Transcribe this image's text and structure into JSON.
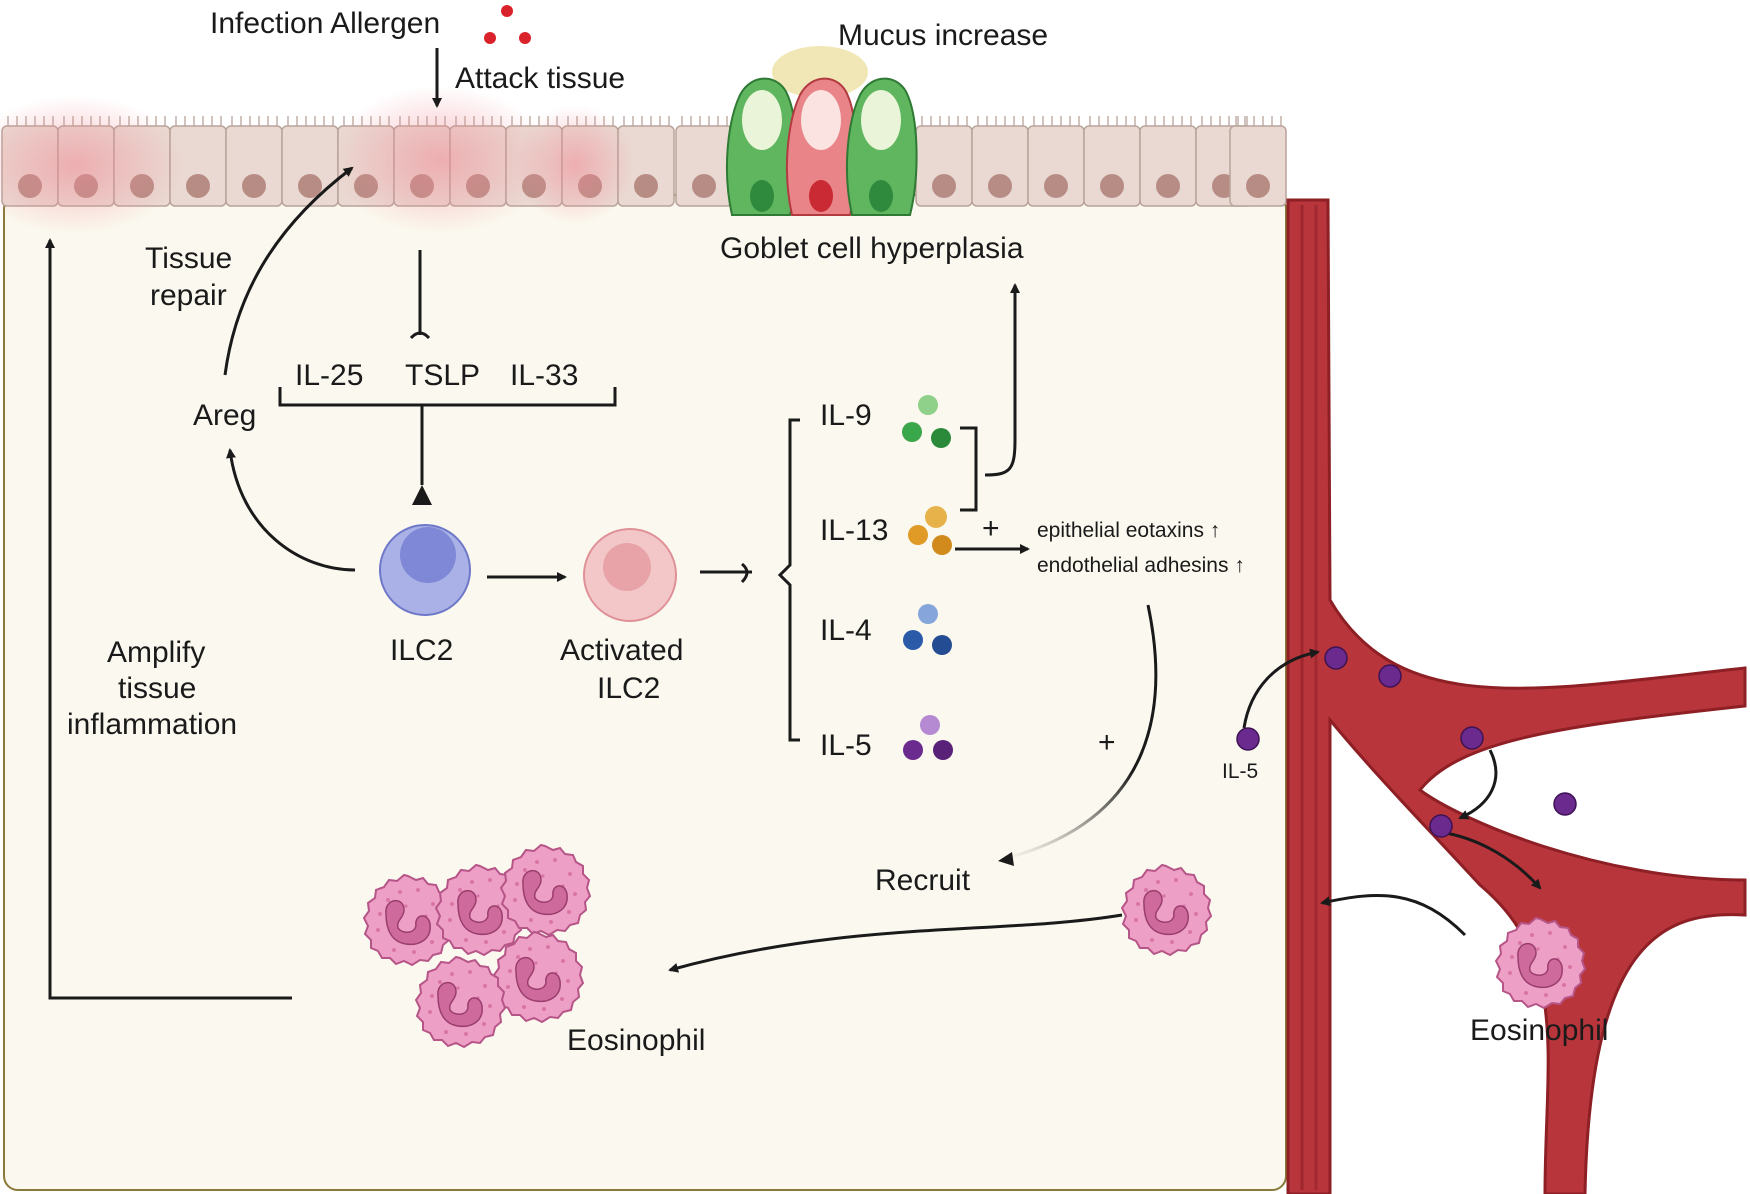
{
  "colors": {
    "tissue_bg": "#fbf9ef",
    "tissue_border": "#8a7a3a",
    "epithelium": "#ead9d2",
    "epithelium_inflamed": "#f2b8be",
    "vessel": "#b8353c",
    "vessel_dark": "#8d1f25",
    "ilc2": "#8c96dc",
    "activated_ilc2": "#f3b9bd",
    "eosinophil": "#ee9fc6",
    "eosinophil_nucleus": "#cf6a9c",
    "allergen": "#d9222a",
    "il9": "#3aa84a",
    "il13": "#e09a26",
    "il4": "#2a5aa8",
    "il5": "#6a2a8e"
  },
  "labels": {
    "infection_allergen": "Infection Allergen",
    "attack_tissue": "Attack tissue",
    "mucus_increase": "Mucus increase",
    "goblet_hyperplasia": "Goblet cell hyperplasia",
    "tissue_repair_1": "Tissue",
    "tissue_repair_2": "repair",
    "il25": "IL-25",
    "tslp": "TSLP",
    "il33": "IL-33",
    "areg": "Areg",
    "ilc2": "ILC2",
    "activated_1": "Activated",
    "activated_2": "ILC2",
    "il9": "IL-9",
    "il13": "IL-13",
    "il4": "IL-4",
    "il5": "IL-5",
    "plus_1": "+",
    "plus_2": "+",
    "eotaxins": "epithelial eotaxins ↑",
    "adhesins": "endothelial adhesins ↑",
    "amplify_1": "Amplify",
    "amplify_2": "tissue",
    "amplify_3": "inflammation",
    "recruit": "Recruit",
    "eosinophil_tissue": "Eosinophil",
    "eosinophil_vessel": "Eosinophil",
    "il5_small": "IL-5"
  },
  "icons": [
    "epithelial-cell-icon",
    "goblet-cell-icon",
    "allergen-particle-icon",
    "ilc2-cell-icon",
    "eosinophil-icon",
    "cytokine-particle-icon",
    "blood-vessel-icon"
  ]
}
